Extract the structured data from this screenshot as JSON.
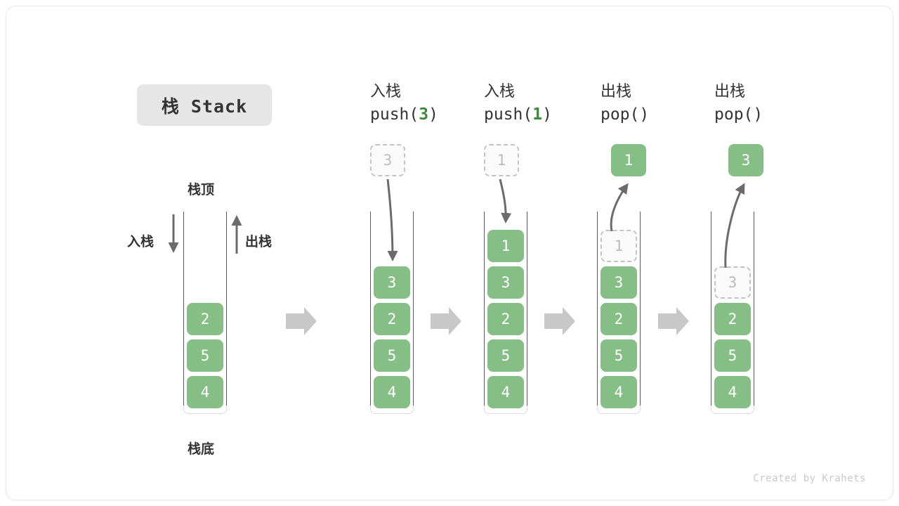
{
  "title_badge": "栈 Stack",
  "labels": {
    "top": "栈顶",
    "bottom": "栈底",
    "push": "入栈",
    "pop": "出栈"
  },
  "footer": "Created by Krahets",
  "colors": {
    "cell_green": "#85bf85",
    "accent_green": "#3c8a3c",
    "arrow_gray": "#c8c8c8",
    "line_gray": "#6b6b6b",
    "ghost_border": "#c4c4c4",
    "ghost_text": "#bdbdbd",
    "badge_bg": "#e6e6e6",
    "text": "#333333"
  },
  "columns": [
    {
      "id": "initial",
      "head_cn": "",
      "head_op": "",
      "head_op_arg": "",
      "cells": [
        {
          "value": "2",
          "state": "filled"
        },
        {
          "value": "5",
          "state": "filled"
        },
        {
          "value": "4",
          "state": "filled"
        }
      ],
      "float_box": null
    },
    {
      "id": "push-3",
      "head_cn": "入栈",
      "head_op_prefix": "push(",
      "head_op_arg": "3",
      "head_op_suffix": ")",
      "cells": [
        {
          "value": "3",
          "state": "filled"
        },
        {
          "value": "2",
          "state": "filled"
        },
        {
          "value": "5",
          "state": "filled"
        },
        {
          "value": "4",
          "state": "filled"
        }
      ],
      "float_box": {
        "value": "3",
        "state": "ghost",
        "direction": "in"
      }
    },
    {
      "id": "push-1",
      "head_cn": "入栈",
      "head_op_prefix": "push(",
      "head_op_arg": "1",
      "head_op_suffix": ")",
      "cells": [
        {
          "value": "1",
          "state": "filled"
        },
        {
          "value": "3",
          "state": "filled"
        },
        {
          "value": "2",
          "state": "filled"
        },
        {
          "value": "5",
          "state": "filled"
        },
        {
          "value": "4",
          "state": "filled"
        }
      ],
      "float_box": {
        "value": "1",
        "state": "ghost",
        "direction": "in"
      }
    },
    {
      "id": "pop-1",
      "head_cn": "出栈",
      "head_op_prefix": "pop(",
      "head_op_arg": "",
      "head_op_suffix": ")",
      "cells": [
        {
          "value": "1",
          "state": "ghost"
        },
        {
          "value": "3",
          "state": "filled"
        },
        {
          "value": "2",
          "state": "filled"
        },
        {
          "value": "5",
          "state": "filled"
        },
        {
          "value": "4",
          "state": "filled"
        }
      ],
      "float_box": {
        "value": "1",
        "state": "filled",
        "direction": "out"
      }
    },
    {
      "id": "pop-3",
      "head_cn": "出栈",
      "head_op_prefix": "pop(",
      "head_op_arg": "",
      "head_op_suffix": ")",
      "cells": [
        {
          "value": "3",
          "state": "ghost"
        },
        {
          "value": "2",
          "state": "filled"
        },
        {
          "value": "5",
          "state": "filled"
        },
        {
          "value": "4",
          "state": "filled"
        }
      ],
      "float_box": {
        "value": "3",
        "state": "filled",
        "direction": "out"
      }
    }
  ],
  "step_arrows": 4
}
